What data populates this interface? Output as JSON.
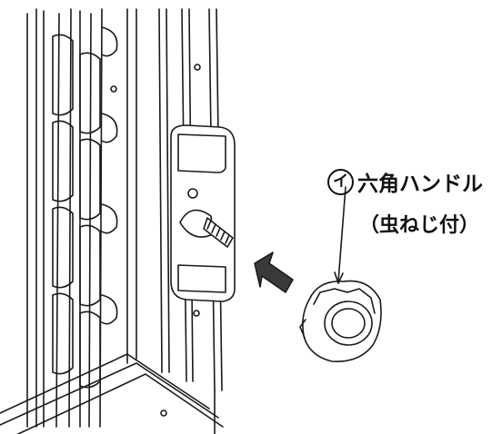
{
  "callout": {
    "marker": "イ",
    "part_name": "六角ハンドル",
    "note": "（虫ねじ付）"
  },
  "colors": {
    "line": "#1a1a1a",
    "fill": "#ffffff",
    "shade": "#3a3a3a"
  },
  "parts": [
    "louver-blades",
    "window-frame",
    "handle-bracket",
    "threaded-stud",
    "hex-handle-knob",
    "insertion-arrow",
    "leader-line"
  ]
}
